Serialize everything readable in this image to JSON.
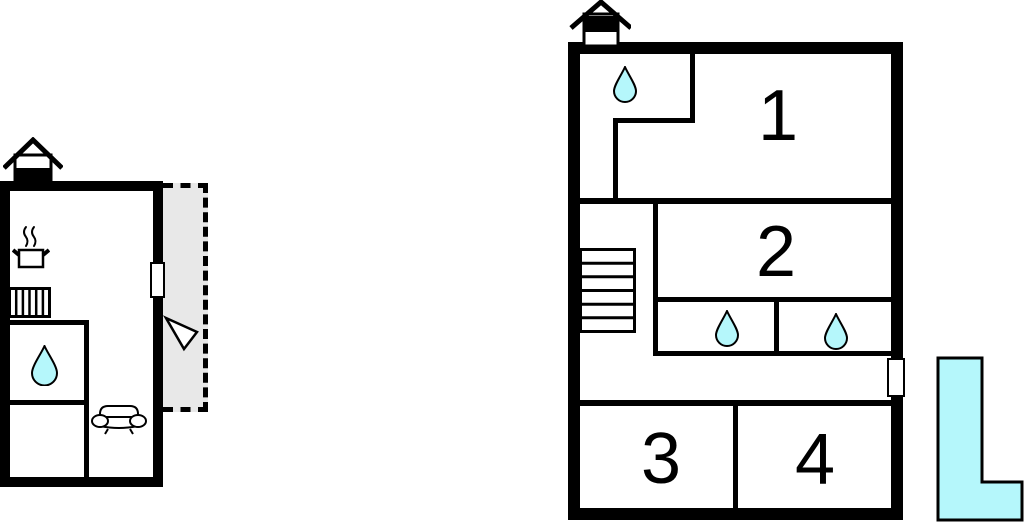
{
  "colors": {
    "wall": "#000000",
    "water": "#b5f7fb",
    "terrace": "#e8e8e8",
    "background": "#ffffff"
  },
  "left_plan": {
    "name": "ground-floor-plan",
    "icons": [
      "chimney-icon",
      "steaming-pot-icon",
      "radiator-icon",
      "water-drop-icon",
      "sofa-icon",
      "door-swing-icon",
      "door-opening",
      "terrace-area"
    ]
  },
  "right_plan": {
    "name": "upper-floor-plan",
    "rooms": [
      {
        "label": "1"
      },
      {
        "label": "2"
      },
      {
        "label": "3"
      },
      {
        "label": "4"
      }
    ],
    "icons": [
      "chimney-icon",
      "water-drop-icon",
      "stairs-icon",
      "window-opening",
      "l-shaped-pool-icon"
    ]
  }
}
